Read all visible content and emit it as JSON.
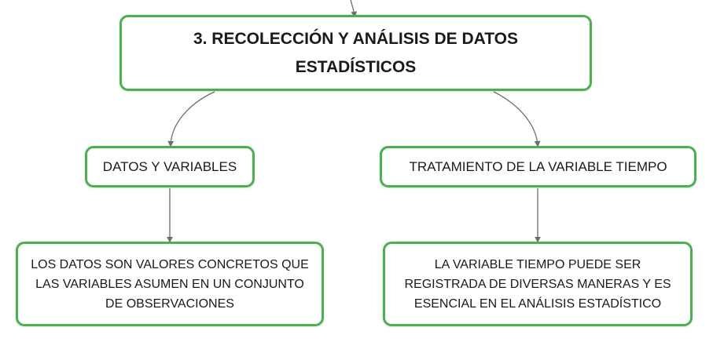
{
  "diagram": {
    "root": {
      "label": "3. RECOLECCIÓN Y ANÁLISIS DE DATOS ESTADÍSTICOS"
    },
    "branches": [
      {
        "label": "DATOS Y VARIABLES",
        "child": {
          "label": "LOS DATOS SON VALORES CONCRETOS QUE LAS VARIABLES ASUMEN EN UN CONJUNTO DE OBSERVACIONES"
        }
      },
      {
        "label": "TRATAMIENTO DE LA VARIABLE TIEMPO",
        "child": {
          "label": "LA VARIABLE TIEMPO PUEDE SER REGISTRADA DE DIVERSAS MANERAS Y ES ESENCIAL EN EL ANÁLISIS ESTADÍSTICO"
        }
      }
    ],
    "colors": {
      "node_border": "#4caf50",
      "connector": "#6d6d6d",
      "text": "#1a1a1a"
    }
  }
}
